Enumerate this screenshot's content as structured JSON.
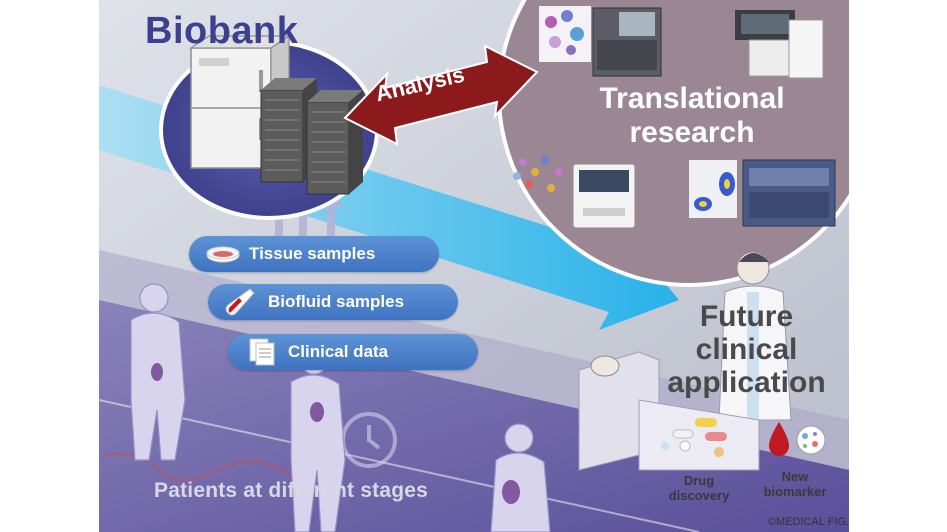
{
  "biobank": {
    "title": "Biobank"
  },
  "analysis": {
    "label": "Analysis"
  },
  "translational": {
    "title_line1": "Translational",
    "title_line2": "research"
  },
  "samples": [
    {
      "label": "Tissue samples",
      "icon": "petri-dish-icon"
    },
    {
      "label": "Biofluid samples",
      "icon": "test-tube-icon"
    },
    {
      "label": "Clinical data",
      "icon": "document-icon"
    }
  ],
  "future": {
    "line1": "Future",
    "line2": "clinical",
    "line3": "application"
  },
  "drug": {
    "line1": "Drug",
    "line2": "discovery"
  },
  "biomarker": {
    "line1": "New",
    "line2": "biomarker"
  },
  "patients": {
    "label": "Patients at different stages"
  },
  "copyright": "©MEDICAL FIG.",
  "colors": {
    "biobank_circle": "#4b4f9e",
    "translational_circle": "#9a8793",
    "analysis_arrow": "#8c1a1d",
    "flow_arrow": "#2eb3e6",
    "pill": "#4a7fcb",
    "band": "#6e64a8"
  }
}
